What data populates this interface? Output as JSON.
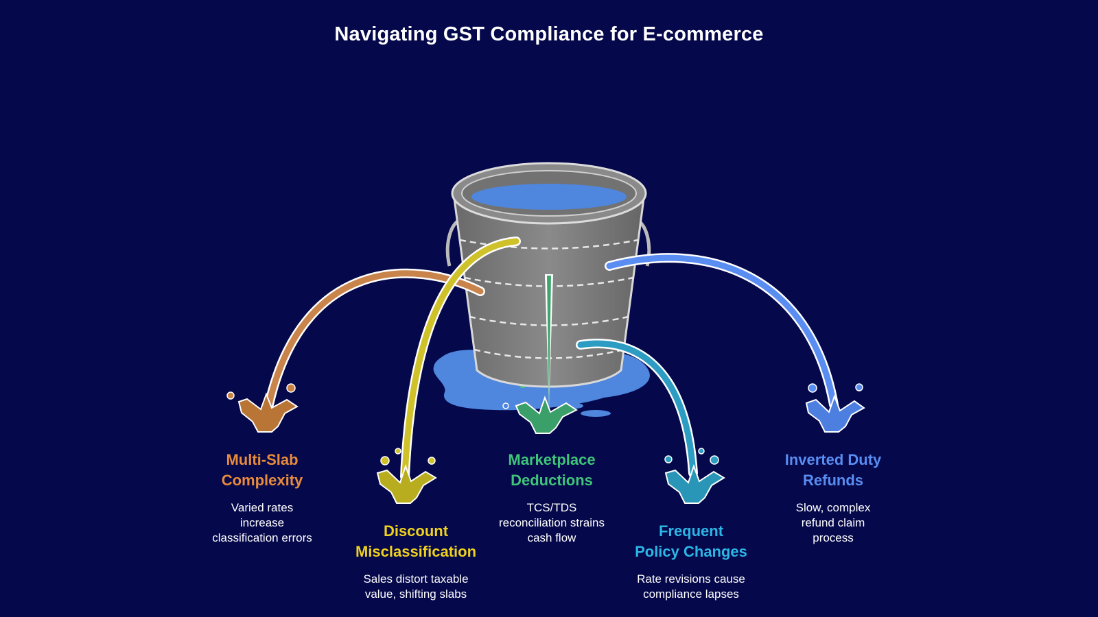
{
  "title": "Navigating GST Compliance for E-commerce",
  "colors": {
    "background": "#05084a",
    "bucket": "#7b7b7b",
    "water": "#4f86de"
  },
  "items": [
    {
      "title_line1": "Multi-Slab",
      "title_line2": "Complexity",
      "desc_line1": "Varied rates",
      "desc_line2": "increase",
      "desc_line3": "classification errors",
      "color": "#e88b3c"
    },
    {
      "title_line1": "Discount",
      "title_line2": "Misclassification",
      "desc_line1": "Sales distort taxable",
      "desc_line2": "value, shifting slabs",
      "color": "#f0d21e"
    },
    {
      "title_line1": "Marketplace",
      "title_line2": "Deductions",
      "desc_line1": "TCS/TDS",
      "desc_line2": "reconciliation strains",
      "desc_line3": "cash flow",
      "color": "#3fc57a"
    },
    {
      "title_line1": "Frequent",
      "title_line2": "Policy Changes",
      "desc_line1": "Rate revisions cause",
      "desc_line2": "compliance lapses",
      "color": "#2cb6e6"
    },
    {
      "title_line1": "Inverted Duty",
      "title_line2": "Refunds",
      "desc_line1": "Slow, complex",
      "desc_line2": "refund claim",
      "desc_line3": "process",
      "color": "#5a8df2"
    }
  ]
}
